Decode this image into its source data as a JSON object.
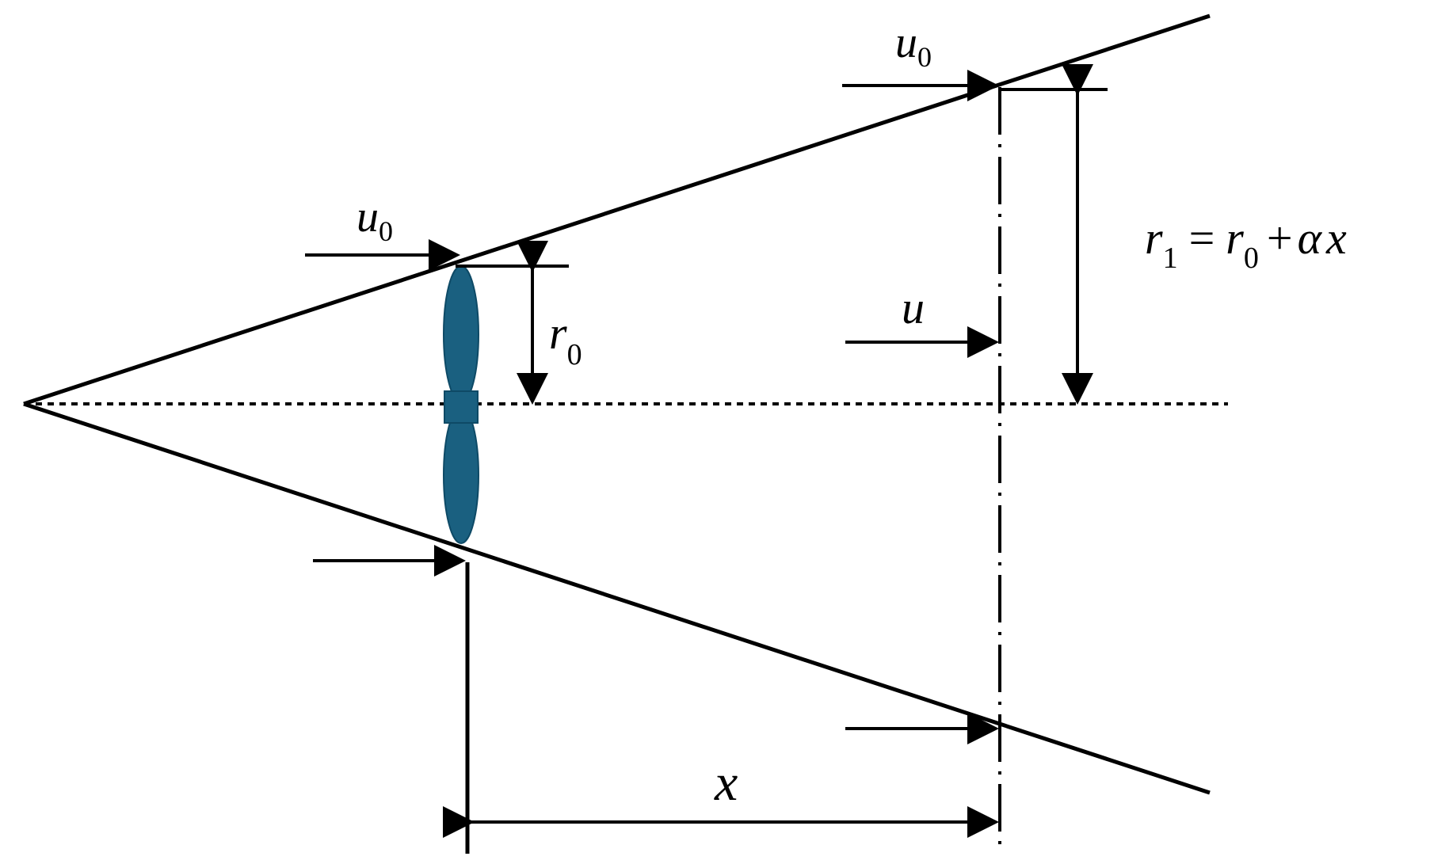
{
  "labels": {
    "u0_top": {
      "main": "u",
      "sub": "0"
    },
    "u0_mid": {
      "main": "u",
      "sub": "0"
    },
    "r0": {
      "main": "r",
      "sub": "0"
    },
    "u": {
      "main": "u"
    },
    "x": {
      "main": "x"
    },
    "equation": {
      "r1_main": "r",
      "r1_sub": "1",
      "equals": "=",
      "r0_main": "r",
      "r0_sub": "0",
      "plus": "+",
      "alpha": "α",
      "x": "x"
    }
  },
  "colors": {
    "line": "#000000",
    "rotor": "#1a6080",
    "rotor_edge": "#0e4a66"
  }
}
